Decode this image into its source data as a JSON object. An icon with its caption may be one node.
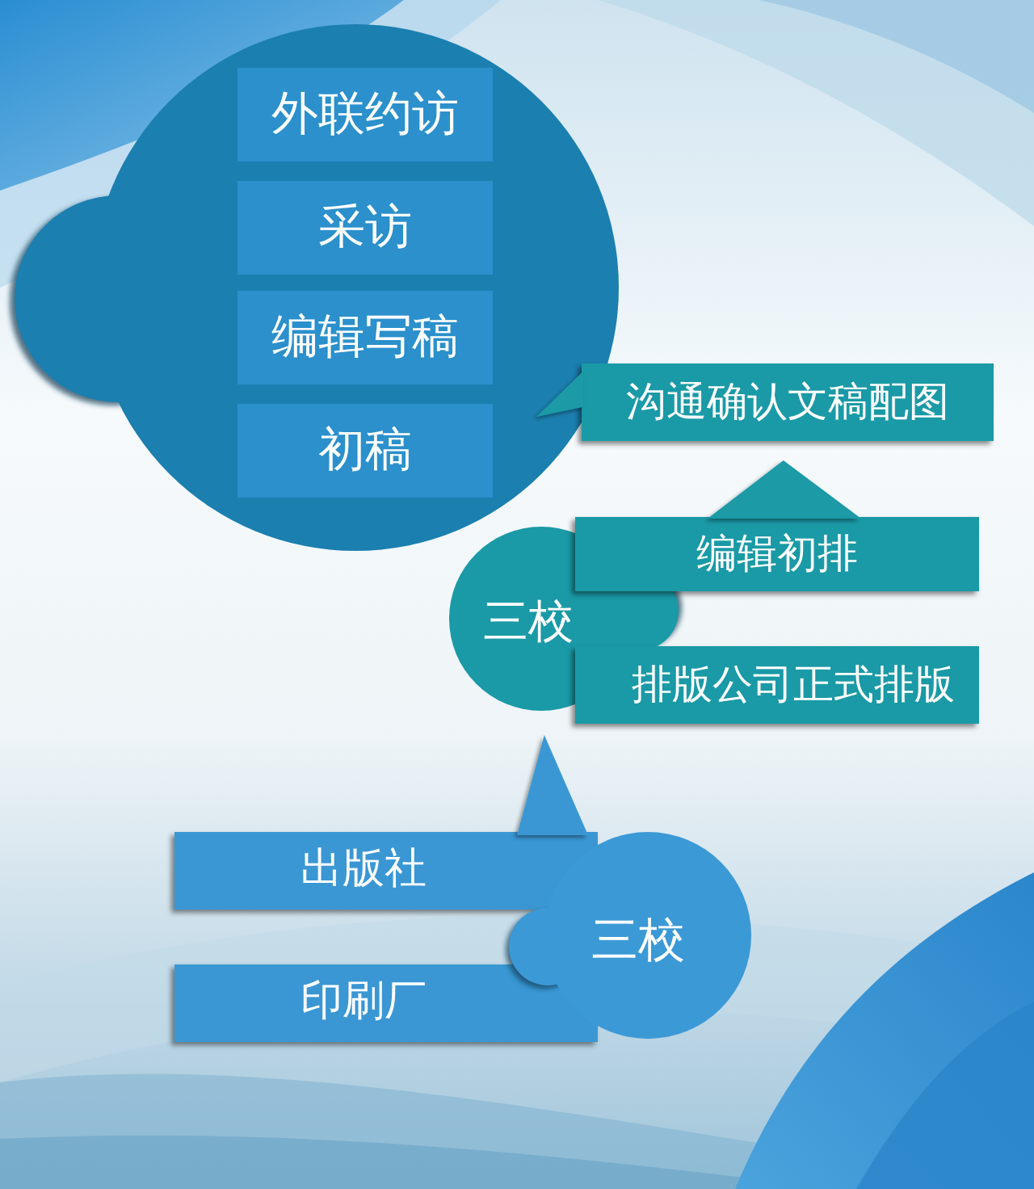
{
  "diagram": {
    "nodes": [
      {
        "text": [],
        "shape": "circle"
      },
      {
        "text": [
          "外联约访"
        ],
        "in": 0
      },
      {
        "text": [
          "采访"
        ],
        "in": 0
      },
      {
        "text": [
          "编辑写稿"
        ],
        "in": 0
      },
      {
        "text": [
          "初稿"
        ],
        "in": 0
      },
      {
        "text": [
          "沟通确认文稿配图"
        ]
      },
      {
        "text": [
          "编辑初排"
        ]
      },
      {
        "text": [
          "三校"
        ]
      },
      {
        "text": [
          "排版公司正式排版"
        ]
      },
      {
        "text": [
          "出版社"
        ]
      },
      {
        "text": [
          "三校"
        ]
      },
      {
        "text": [
          "印刷厂"
        ]
      }
    ],
    "edges": [
      {
        "from": 5,
        "to": 0,
        "arrow": "to"
      },
      {
        "from": 6,
        "to": 5,
        "arrow": "to"
      },
      {
        "from": 9,
        "to": 7,
        "arrow": "to"
      }
    ]
  }
}
